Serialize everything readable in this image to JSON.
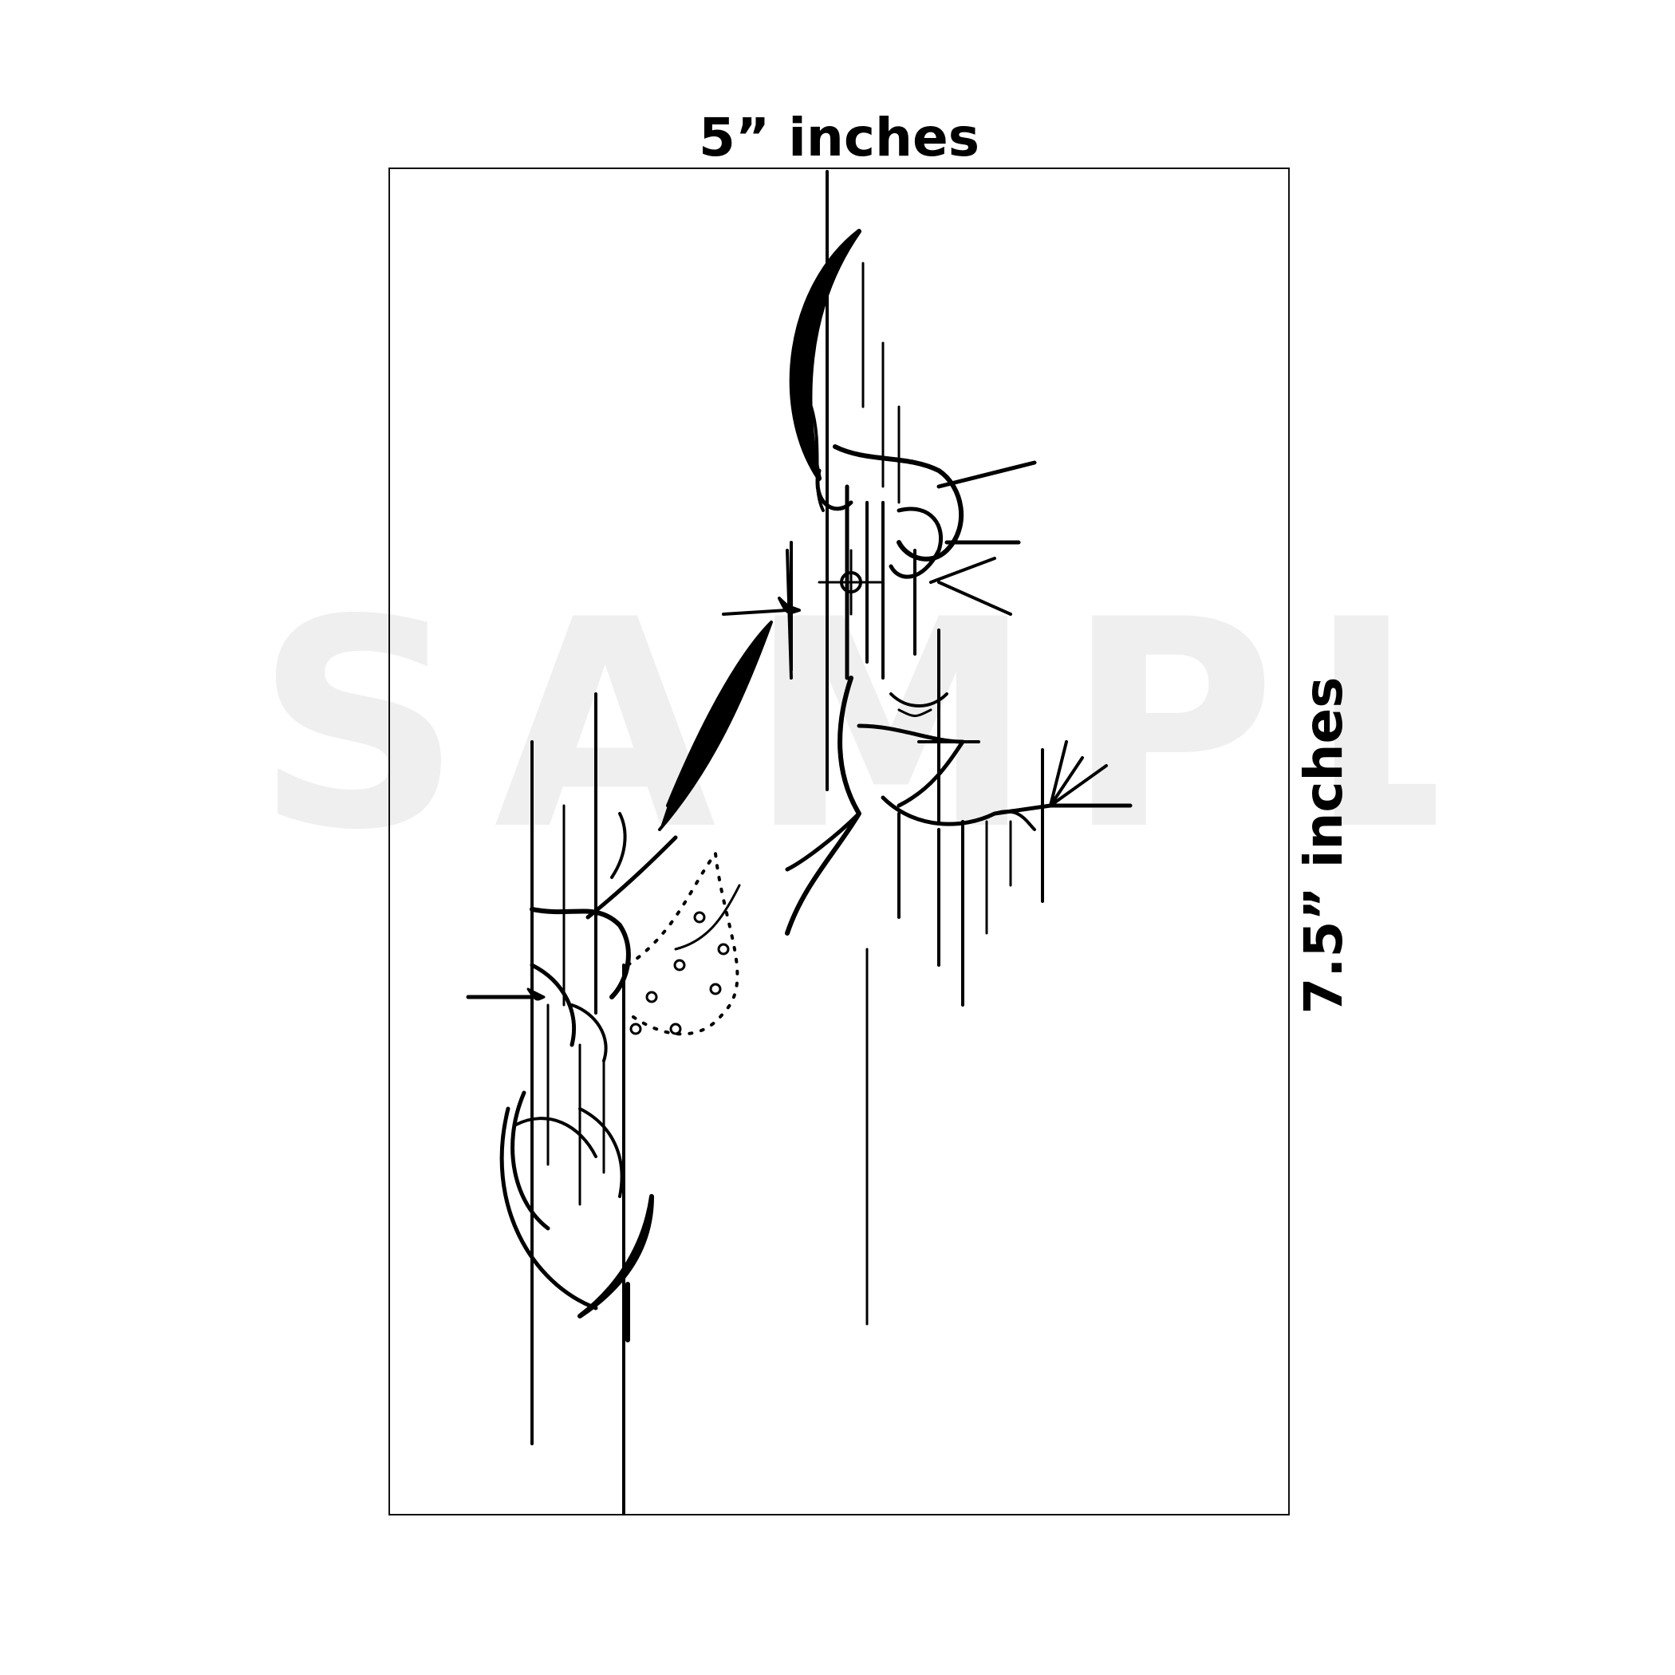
{
  "watermark": {
    "text": "SAMPLE"
  },
  "dimensions": {
    "width_label": "5” inches",
    "height_label": "7.5” inches"
  },
  "colors": {
    "ink": "#000000",
    "frame": "#111111",
    "watermark": "#efefef",
    "background": "#ffffff"
  },
  "artwork": {
    "icon": "gothic-ornament-tattoo-design"
  }
}
